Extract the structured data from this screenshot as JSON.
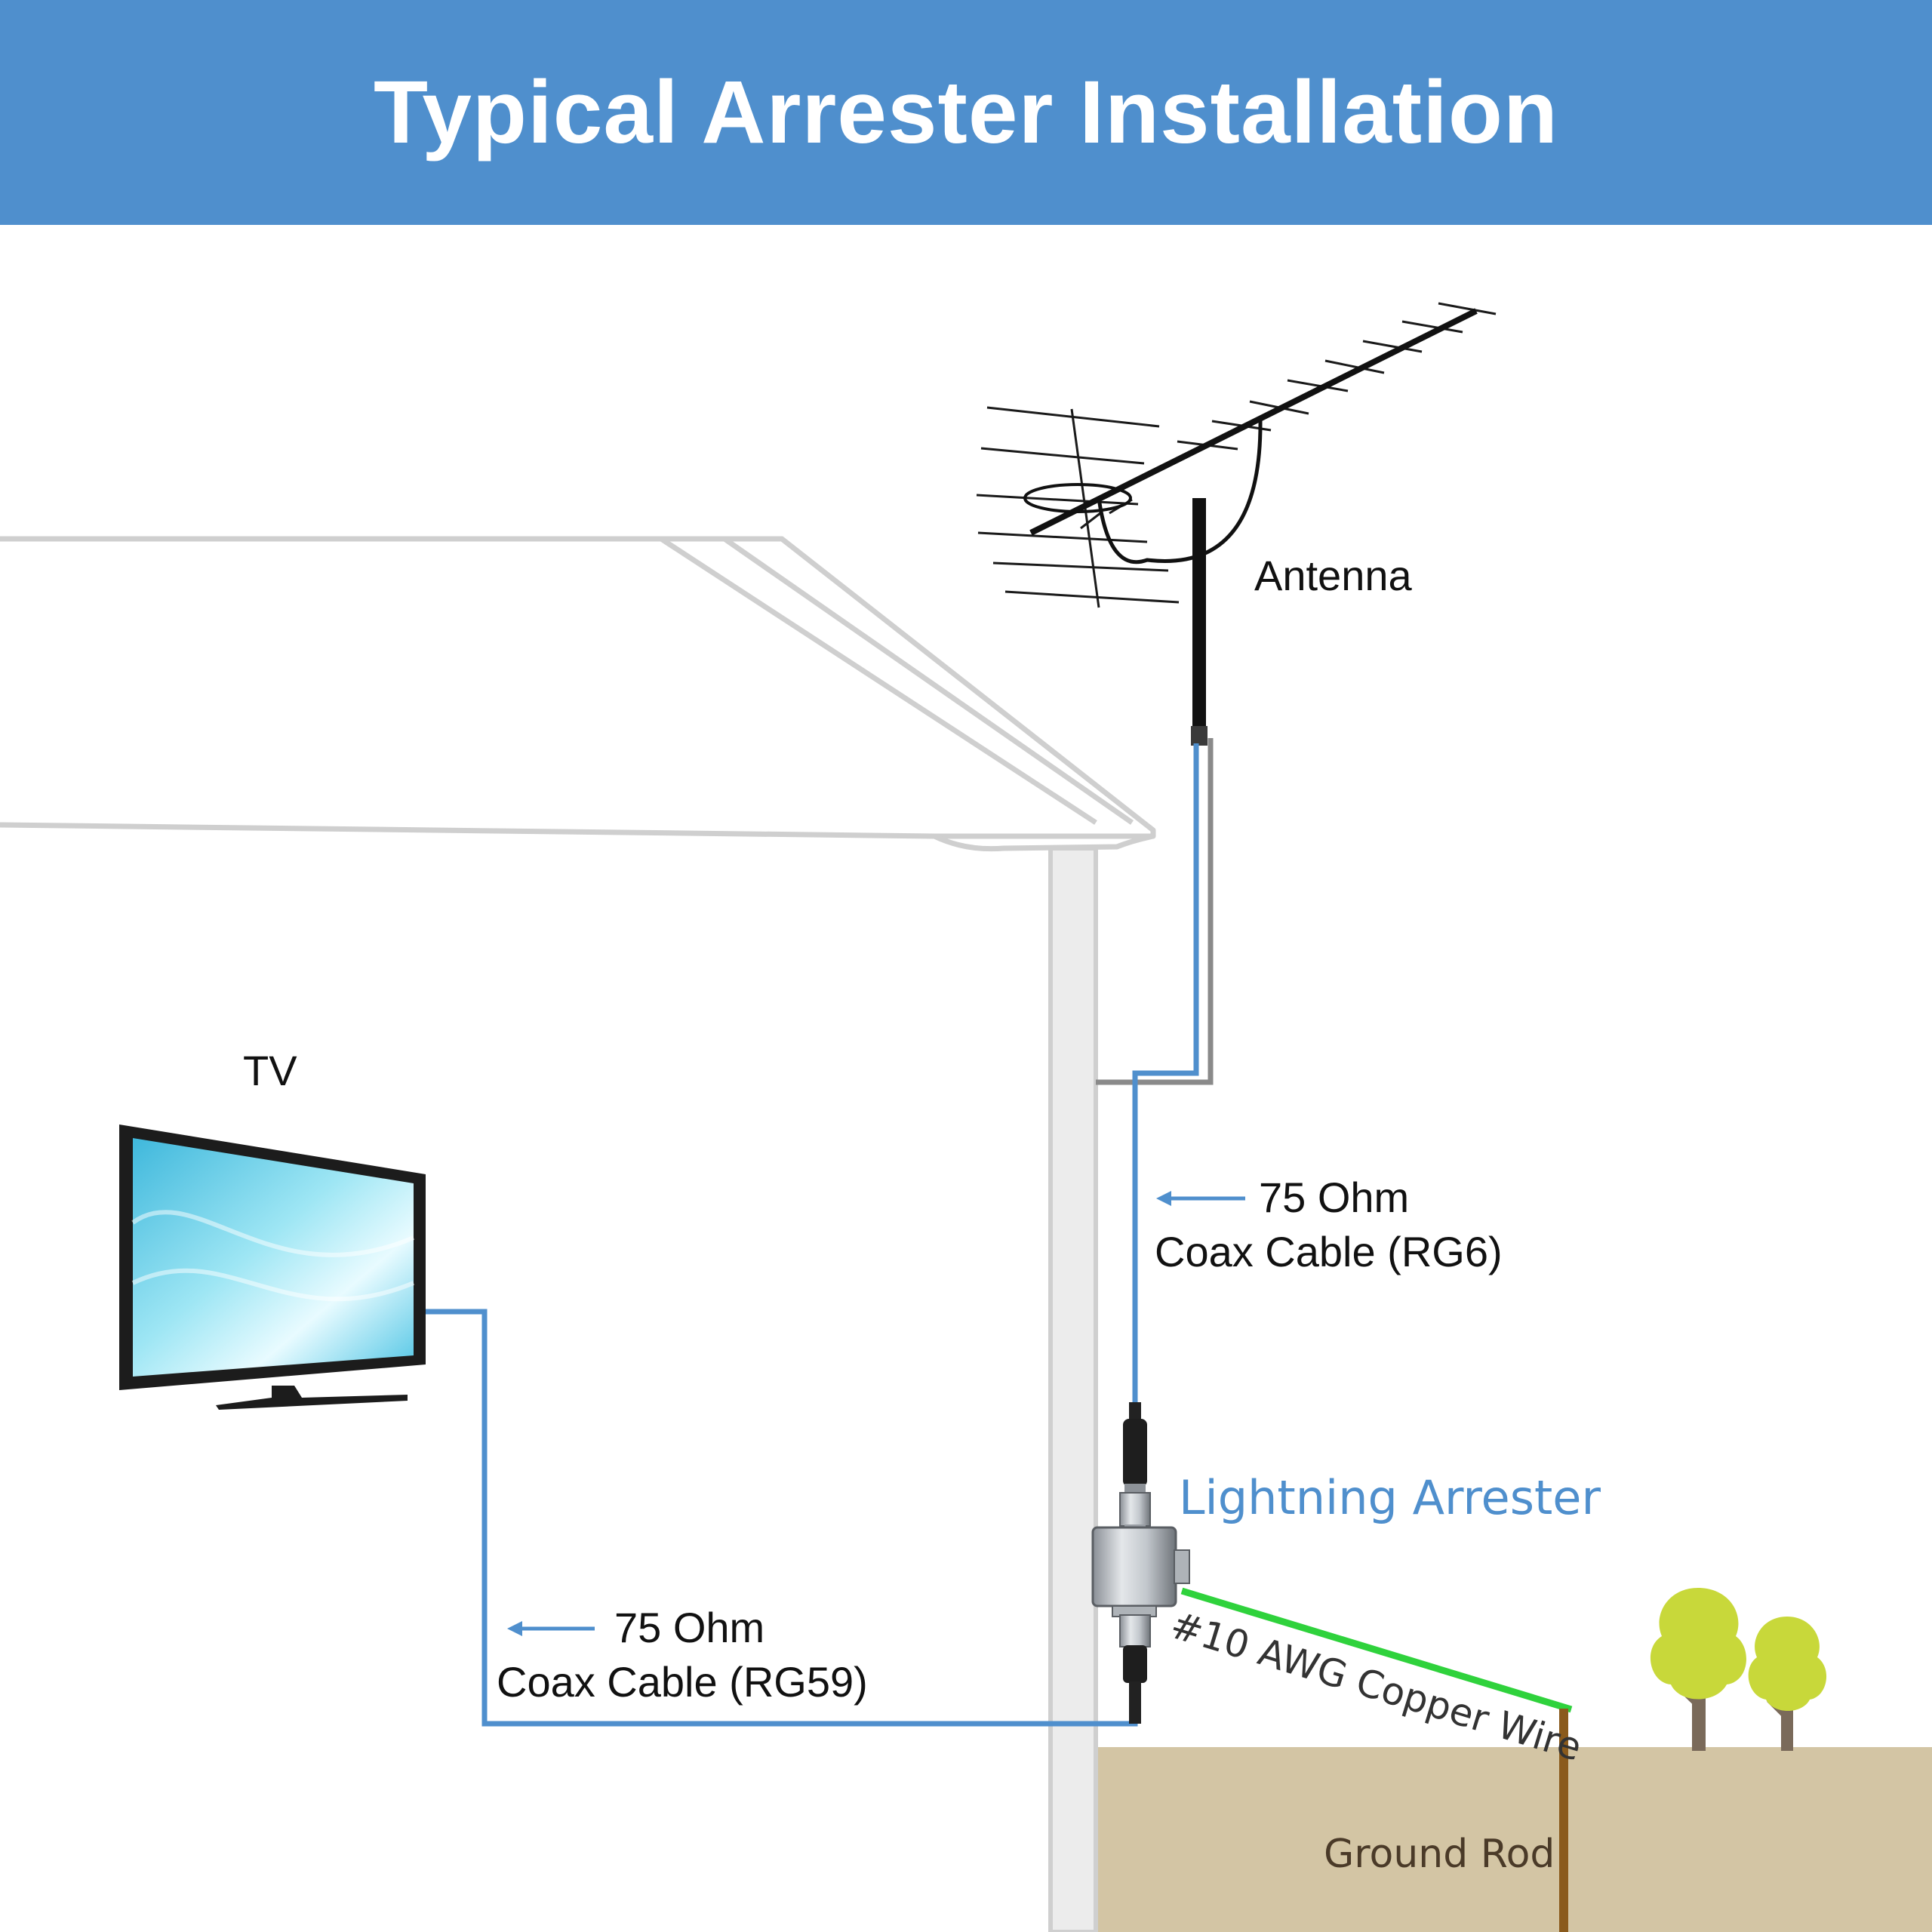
{
  "title": "Typical Arrester Installation",
  "labels": {
    "antenna": "Antenna",
    "tv": "TV",
    "rg6_line1": "75 Ohm",
    "rg6_line2": "Coax Cable (RG6)",
    "rg59_line1": "75 Ohm",
    "rg59_line2": "Coax Cable (RG59)",
    "arrester": "Lightning Arrester",
    "copper_wire": "#10 AWG Copper Wire",
    "ground_rod": "Ground Rod"
  },
  "colors": {
    "header": "#4f8fcd",
    "coax": "#4f8fcd",
    "ground_wire": "#2fd23c",
    "ground_rod": "#8a5a1c",
    "ground": "#d3c5a4",
    "tree_canopy": "#c8d83a",
    "tree_trunk": "#7a6a5a"
  }
}
